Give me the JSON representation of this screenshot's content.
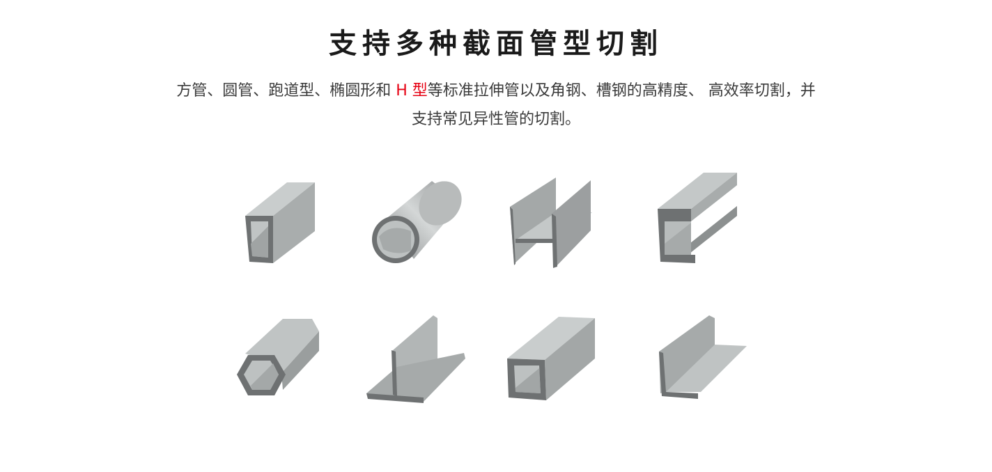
{
  "heading": "支持多种截面管型切割",
  "description": {
    "before": "方管、圆管、跑道型、椭圆形和 ",
    "highlight": "H 型",
    "after": "等标准拉伸管以及角钢、槽钢的高精度、 高效率切割，并支持常见异性管的切割。",
    "highlight_color": "#e60012"
  },
  "profiles": [
    "square-tube-icon",
    "round-tube-icon",
    "h-beam-icon",
    "lipped-channel-icon",
    "hexagon-tube-icon",
    "t-bar-icon",
    "rectangular-tube-icon",
    "angle-steel-icon"
  ]
}
